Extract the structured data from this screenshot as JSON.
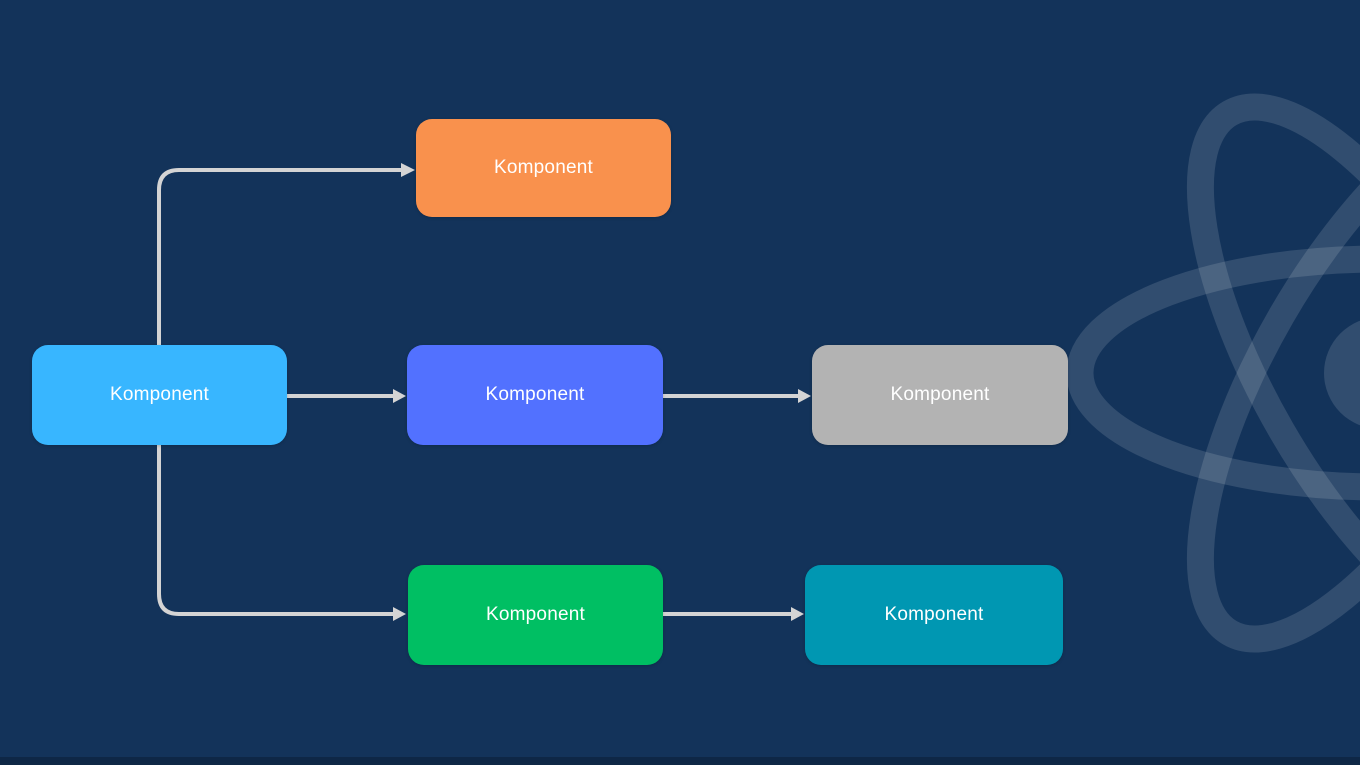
{
  "diagram": {
    "background_color": "#13335a",
    "connector_color": "#d4d4d4",
    "text_color": "#ffffff",
    "watermark": {
      "icon": "react-logo",
      "color": "rgba(255,255,255,0.13)"
    },
    "nodes": [
      {
        "id": "source",
        "label": "Komponent",
        "color": "#38b6ff"
      },
      {
        "id": "top",
        "label": "Komponent",
        "color": "#f9914d"
      },
      {
        "id": "middle",
        "label": "Komponent",
        "color": "#5271ff"
      },
      {
        "id": "middle-end",
        "label": "Komponent",
        "color": "#b3b3b3"
      },
      {
        "id": "bottom",
        "label": "Komponent",
        "color": "#00bf63"
      },
      {
        "id": "bottom-end",
        "label": "Komponent",
        "color": "#0097b2"
      }
    ],
    "edges": [
      {
        "from": "source",
        "to": "top"
      },
      {
        "from": "source",
        "to": "middle"
      },
      {
        "from": "source",
        "to": "bottom"
      },
      {
        "from": "middle",
        "to": "middle-end"
      },
      {
        "from": "bottom",
        "to": "bottom-end"
      }
    ]
  }
}
